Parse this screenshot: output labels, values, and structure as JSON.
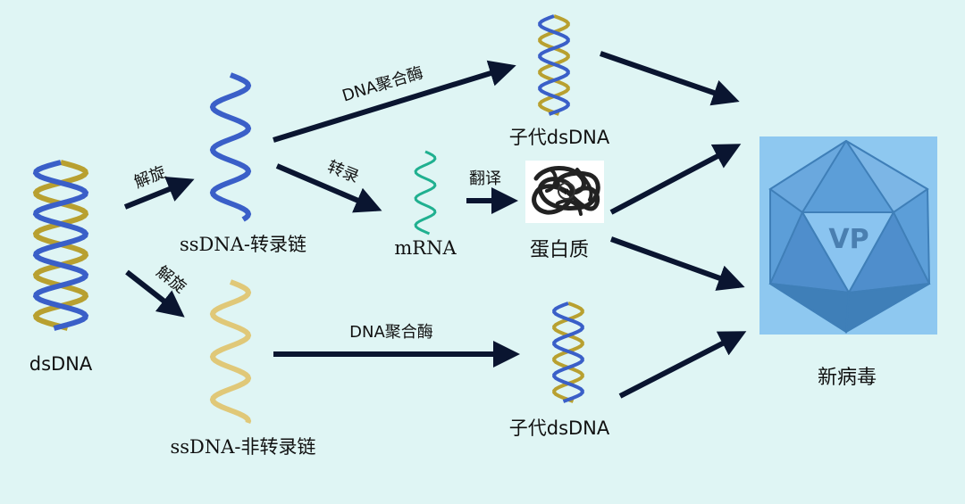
{
  "diagram": {
    "nodes": {
      "dsdna": {
        "label": "dsDNA"
      },
      "ss_template": {
        "label": "ssDNA-转录链"
      },
      "ss_nontemplate": {
        "label": "ssDNA-非转录链"
      },
      "mrna": {
        "label": "mRNA"
      },
      "protein": {
        "label": "蛋白质"
      },
      "progeny_top": {
        "label": "子代dsDNA"
      },
      "progeny_bottom": {
        "label": "子代dsDNA"
      },
      "new_virus": {
        "label": "新病毒",
        "capsid_text": "VP"
      }
    },
    "edges": {
      "unwind_top": {
        "label": "解旋"
      },
      "unwind_bottom": {
        "label": "解旋"
      },
      "polymerase_top": {
        "label": "DNA聚合酶"
      },
      "polymerase_bottom": {
        "label": "DNA聚合酶"
      },
      "transcription": {
        "label": "转录"
      },
      "translation": {
        "label": "翻译"
      }
    },
    "colors": {
      "background": "#dff5f4",
      "arrow": "#0a1530",
      "strand_blue": "#3a5fc8",
      "strand_gold": "#b8a030",
      "strand_light_gold": "#e0c878",
      "mrna_green": "#20b090",
      "capsid_bg": "#8ec8f0",
      "capsid_face": "#5c9ed8"
    }
  }
}
